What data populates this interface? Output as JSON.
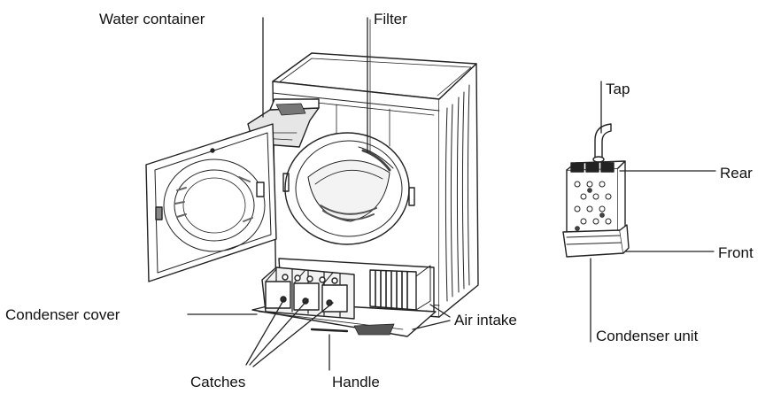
{
  "labels": {
    "water_container": "Water container",
    "filter": "Filter",
    "tap": "Tap",
    "rear": "Rear",
    "front": "Front",
    "condenser_unit": "Condenser unit",
    "condenser_cover": "Condenser cover",
    "air_intake": "Air intake",
    "catches": "Catches",
    "handle": "Handle"
  },
  "colors": {
    "line": "#222222",
    "fill": "#ffffff",
    "shade": "#d9d9d9",
    "dark": "#333333"
  }
}
